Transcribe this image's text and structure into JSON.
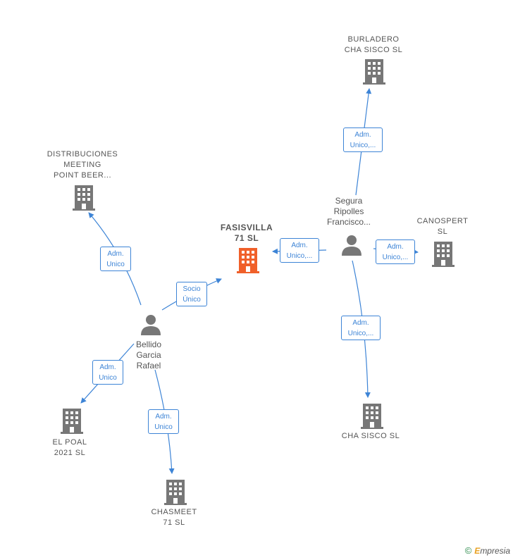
{
  "companies": {
    "burladero": {
      "label": "BURLADERO\nCHA SISCO  SL"
    },
    "distribuciones": {
      "label": "DISTRIBUCIONES\nMEETING\nPOINT BEER..."
    },
    "fasisvilla": {
      "label": "FASISVILLA\n71  SL"
    },
    "canospert": {
      "label": "CANOSPERT\nSL"
    },
    "chasisco": {
      "label": "CHA SISCO SL"
    },
    "elpoal": {
      "label": "EL POAL\n2021  SL"
    },
    "chasmeet": {
      "label": "CHASMEET\n71  SL"
    }
  },
  "persons": {
    "segura": {
      "label": "Segura\nRipolles\nFrancisco..."
    },
    "bellido": {
      "label": "Bellido\nGarcia\nRafael"
    }
  },
  "edges": {
    "segura_burladero": "Adm.\nUnico,...",
    "segura_fasisvilla": "Adm.\nUnico,...",
    "segura_canospert": "Adm.\nUnico,...",
    "segura_chasisco": "Adm.\nUnico,...",
    "bellido_distribuciones": "Adm.\nUnico",
    "bellido_fasisvilla": "Socio\nÚnico",
    "bellido_elpoal": "Adm.\nUnico",
    "bellido_chasmeet": "Adm.\nUnico"
  },
  "colors": {
    "edge": "#3d84d6",
    "building": "#777777",
    "building_main": "#f0602a",
    "person": "#777777"
  },
  "footer": {
    "copyright": "©",
    "brand_e": "E",
    "brand_rest": "mpresia"
  }
}
